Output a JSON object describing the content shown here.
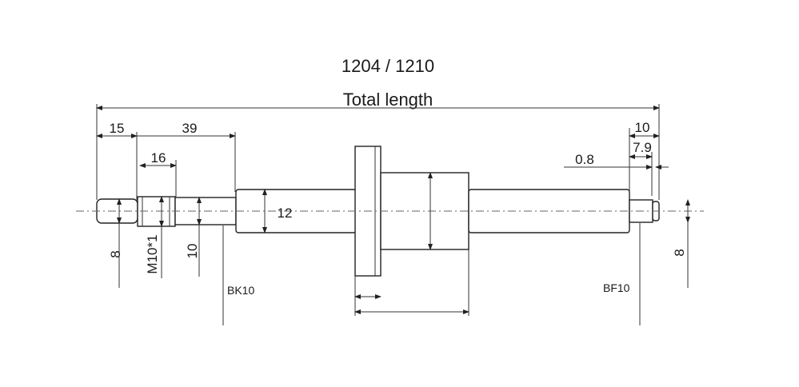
{
  "title": "1204 / 1210",
  "total_length_label": "Total length",
  "dimensions": {
    "d15": "15",
    "d39": "39",
    "d16": "16",
    "d10_right": "10",
    "d7_9": "7.9",
    "d0_8": "0.8",
    "d12": "12",
    "d8_left": "8",
    "dM10": "M10*1",
    "d10_left": "10",
    "d8_right": "8"
  },
  "supports": {
    "left": "BK10",
    "right": "BF10"
  }
}
